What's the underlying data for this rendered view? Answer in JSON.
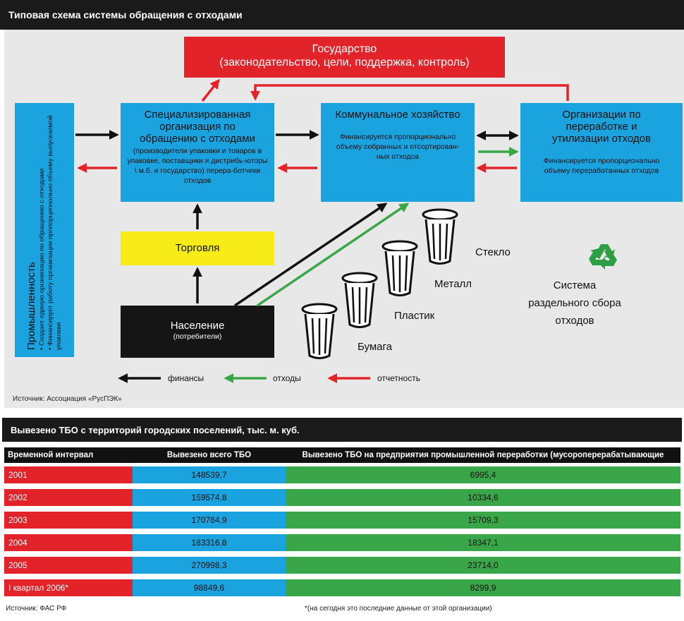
{
  "header": {
    "title": "Типовая схема системы обращения с отходами"
  },
  "diagram": {
    "state": {
      "title": "Государство",
      "subtitle": "(законодательство, цели, поддержка, контроль)"
    },
    "specialized": {
      "title": "Специализированная организация по обращению с отходами",
      "note": "(производители упаковки и товаров в упаковке, поставщики и дистрибь-юторы \\ м.б. и государство) перерa-ботчики отходов"
    },
    "communal": {
      "title": "Коммунальное хозяйство",
      "note": "Финансируется пропорционально объему собранных и отсортирован-ных отходов"
    },
    "processors": {
      "title": "Организации по переработке и утилизации отходов",
      "note": "Финансируется пропорционально объему переработанных отходов"
    },
    "industry": {
      "title": "Промышленность",
      "bullets": [
        "Создает единую организацию по обращению с отходами",
        "Финансирует работу организации пропорционально объему выпускаемой упаковки"
      ]
    },
    "trade": {
      "title": "Торговля"
    },
    "population": {
      "title": "Население",
      "subtitle": "(потребители)"
    },
    "bins": [
      "Стекло",
      "Металл",
      "Пластик",
      "Бумага"
    ],
    "separate_collection": "Система раздельного сбора отходов",
    "legend": {
      "finance": "финансы",
      "waste": "отходы",
      "reporting": "отчетность"
    },
    "colors": {
      "finance": "#111111",
      "waste": "#3aa64a",
      "reporting": "#e2242a"
    },
    "icons": [
      "recycle-icon",
      "trash-bin-icon"
    ],
    "source": "Источник: Ассоциация «РусПЭК»"
  },
  "table": {
    "title": "Вывезено ТБО с территорий городских поселений, тыс. м. куб.",
    "headers": [
      "Временной интервал",
      "Вывезено всего ТБО",
      "Вывезено ТБО на предприятия промышленной переработки (мусороперерабатывающие заводы)"
    ],
    "rows": [
      [
        "2001",
        "148539,7",
        "6995,4"
      ],
      [
        "2002",
        "159574,8",
        "10334,6"
      ],
      [
        "2003",
        "170784,9",
        "15709,3"
      ],
      [
        "2004",
        "183316,8",
        "18347,1"
      ],
      [
        "2005",
        "270998,3",
        "23714,0"
      ],
      [
        "I квартал 2006*",
        "98849,6",
        "8299,9"
      ]
    ],
    "source": "Источник: ФАС РФ",
    "footnote": "*(на сегодня это последние данные от этой организации)"
  }
}
